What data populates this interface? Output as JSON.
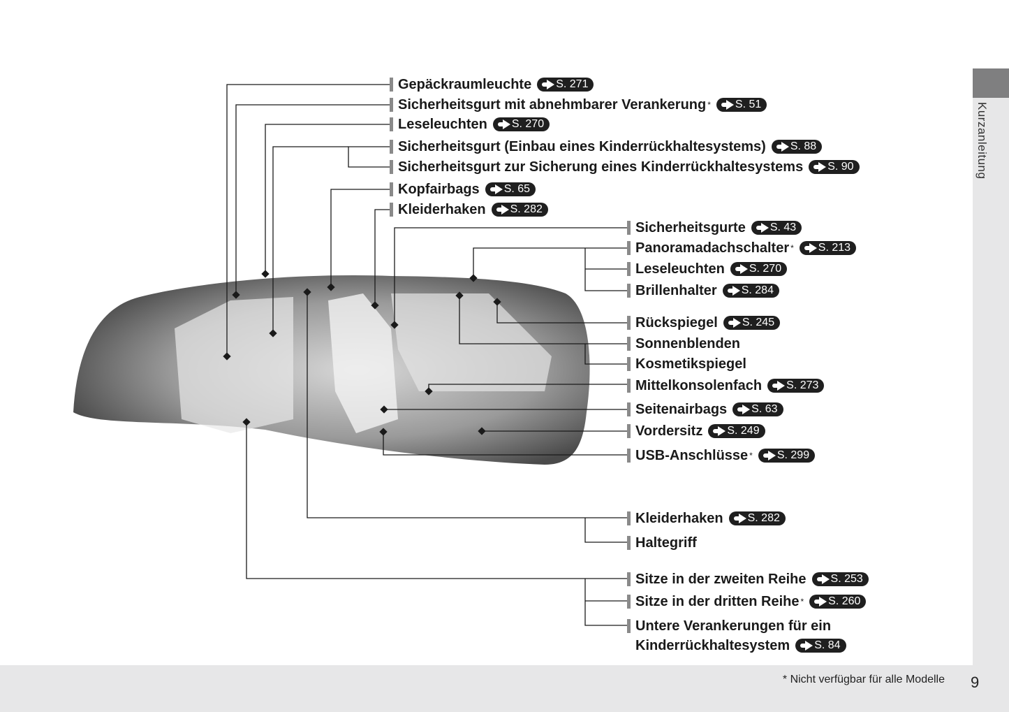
{
  "sidebar": {
    "section_label": "Kurzanleitung"
  },
  "left_labels": [
    {
      "text": "Gepäckraumleuchte",
      "ref": "S. 271",
      "star": ""
    },
    {
      "text": "Sicherheitsgurt mit abnehmbarer Verankerung",
      "ref": "S. 51",
      "star": "*"
    },
    {
      "text": "Leseleuchten",
      "ref": "S. 270",
      "star": ""
    },
    {
      "text": "Sicherheitsgurt (Einbau eines Kinderrückhaltesystems)",
      "ref": "S. 88",
      "star": ""
    },
    {
      "text": "Sicherheitsgurt zur Sicherung eines Kinderrückhaltesystems",
      "ref": "S. 90",
      "star": ""
    },
    {
      "text": "Kopfairbags",
      "ref": "S. 65",
      "star": ""
    },
    {
      "text": "Kleiderhaken",
      "ref": "S. 282",
      "star": ""
    }
  ],
  "right_labels": [
    {
      "text": "Sicherheitsgurte",
      "ref": "S. 43",
      "star": ""
    },
    {
      "text": "Panoramadachschalter",
      "ref": "S. 213",
      "star": "*"
    },
    {
      "text": "Leseleuchten",
      "ref": "S. 270",
      "star": ""
    },
    {
      "text": "Brillenhalter",
      "ref": "S. 284",
      "star": ""
    },
    {
      "text": "Rückspiegel",
      "ref": "S. 245",
      "star": ""
    },
    {
      "text": "Sonnenblenden",
      "ref": "",
      "star": ""
    },
    {
      "text": "Kosmetikspiegel",
      "ref": "",
      "star": ""
    },
    {
      "text": "Mittelkonsolenfach",
      "ref": "S. 273",
      "star": ""
    },
    {
      "text": "Seitenairbags",
      "ref": "S. 63",
      "star": ""
    },
    {
      "text": "Vordersitz",
      "ref": "S. 249",
      "star": ""
    },
    {
      "text": "USB-Anschlüsse",
      "ref": "S. 299",
      "star": "*"
    },
    {
      "text": "Kleiderhaken",
      "ref": "S. 282",
      "star": ""
    },
    {
      "text": "Haltegriff",
      "ref": "",
      "star": ""
    },
    {
      "text": "Sitze in der zweiten Reihe",
      "ref": "S. 253",
      "star": ""
    },
    {
      "text": "Sitze in der dritten Reihe",
      "ref": "S. 260",
      "star": "*"
    },
    {
      "text": "Untere Verankerungen für ein",
      "text2": "Kinderrückhaltesystem",
      "ref": "S. 84",
      "star": ""
    }
  ],
  "footer": {
    "footnote": "* Nicht verfügbar für alle Modelle",
    "page_number": "9"
  }
}
